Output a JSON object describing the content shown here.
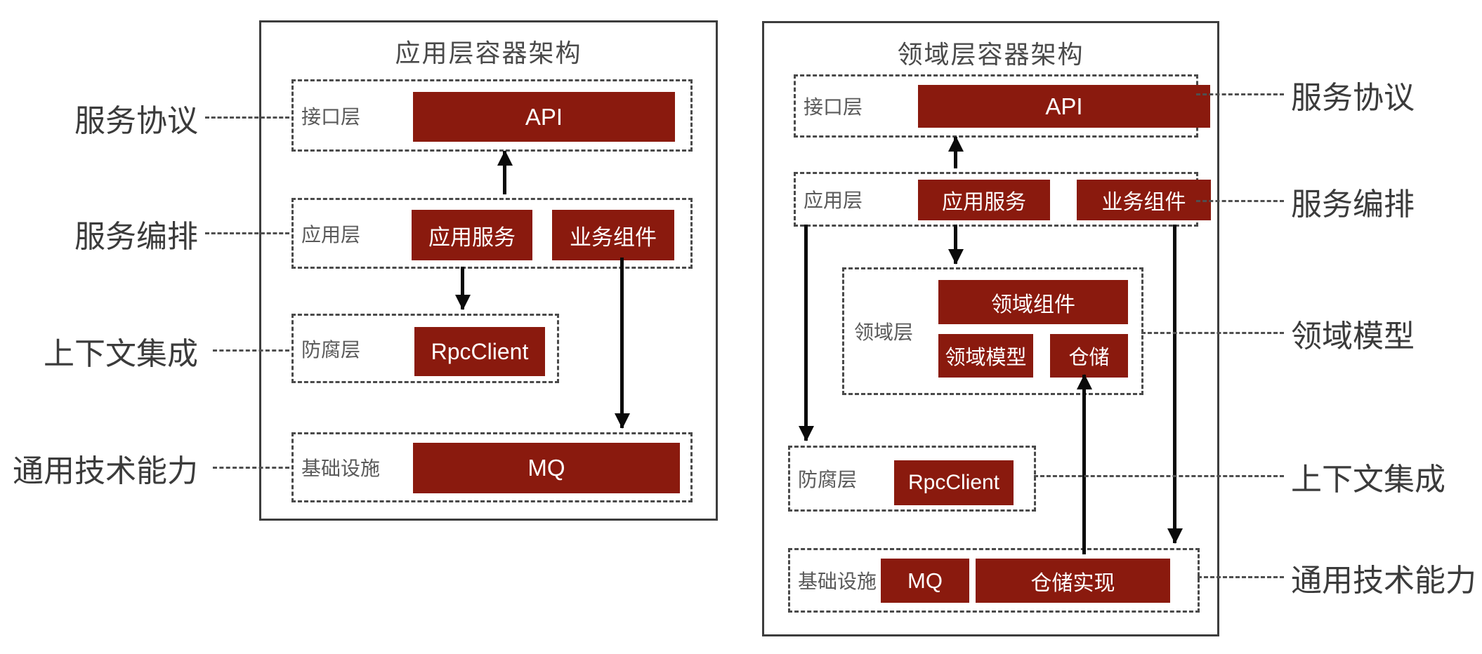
{
  "colors": {
    "box_fill": "#8a1a0e",
    "box_text": "#ffffff",
    "frame": "#3d3d3d",
    "dash": "#4a4a4a",
    "side_label": "#3b3b3b",
    "layer_label": "#5a5a5a",
    "title": "#4a4a4a",
    "arrow": "#0a0a0a"
  },
  "left_diagram": {
    "title": "应用层容器架构",
    "layers": [
      {
        "label": "接口层",
        "boxes": [
          {
            "text": "API"
          }
        ]
      },
      {
        "label": "应用层",
        "boxes": [
          {
            "text": "应用服务"
          },
          {
            "text": "业务组件"
          }
        ]
      },
      {
        "label": "防腐层",
        "boxes": [
          {
            "text": "RpcClient"
          }
        ]
      },
      {
        "label": "基础设施",
        "boxes": [
          {
            "text": "MQ"
          }
        ]
      }
    ]
  },
  "right_diagram": {
    "title": "领域层容器架构",
    "layers": [
      {
        "label": "接口层",
        "boxes": [
          {
            "text": "API"
          }
        ]
      },
      {
        "label": "应用层",
        "boxes": [
          {
            "text": "应用服务"
          },
          {
            "text": "业务组件"
          }
        ]
      },
      {
        "label": "领域层",
        "boxes": [
          {
            "text": "领域组件"
          },
          {
            "text": "领域模型"
          },
          {
            "text": "仓储"
          }
        ]
      },
      {
        "label": "防腐层",
        "boxes": [
          {
            "text": "RpcClient"
          }
        ]
      },
      {
        "label": "基础设施",
        "boxes": [
          {
            "text": "MQ"
          },
          {
            "text": "仓储实现"
          }
        ]
      }
    ]
  },
  "side_labels_left": [
    {
      "text": "服务协议"
    },
    {
      "text": "服务编排"
    },
    {
      "text": "上下文集成"
    },
    {
      "text": "通用技术能力"
    }
  ],
  "side_labels_right": [
    {
      "text": "服务协议"
    },
    {
      "text": "服务编排"
    },
    {
      "text": "领域模型"
    },
    {
      "text": "上下文集成"
    },
    {
      "text": "通用技术能力"
    }
  ]
}
